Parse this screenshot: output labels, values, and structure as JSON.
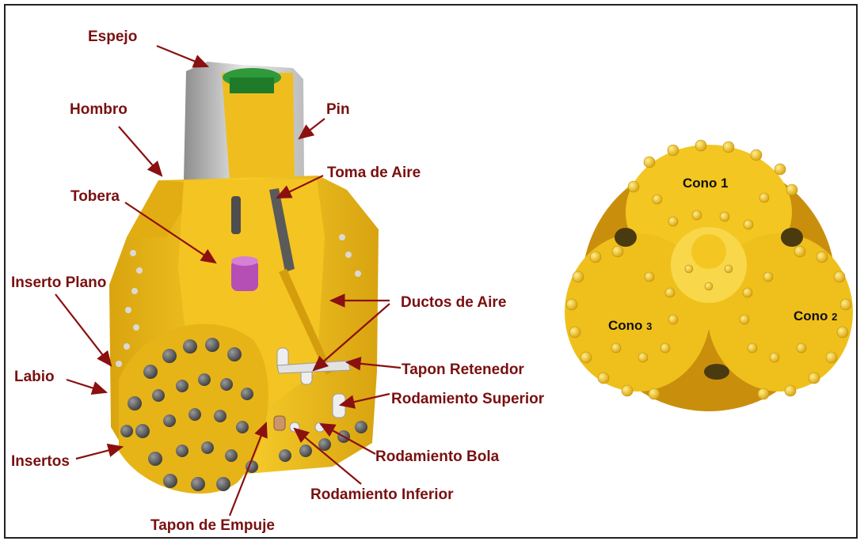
{
  "labels": {
    "espejo": "Espejo",
    "hombro": "Hombro",
    "pin": "Pin",
    "toma_de_aire": "Toma de Aire",
    "tobera": "Tobera",
    "inserto_plano": "Inserto Plano",
    "ductos_de_aire": "Ductos de Aire",
    "labio": "Labio",
    "tapon_retenedor": "Tapon Retenedor",
    "rodamiento_superior": "Rodamiento Superior",
    "insertos": "Insertos",
    "rodamiento_bola": "Rodamiento Bola",
    "rodamiento_inferior": "Rodamiento Inferior",
    "tapon_de_empuje": "Tapon de Empuje"
  },
  "cones": {
    "cono1": "Cono 1",
    "cono2_text": "Cono",
    "cono2_num": "2",
    "cono3_text": "Cono",
    "cono3_num": "3"
  },
  "colors": {
    "label": "#7a1010",
    "arrow": "#8b1010",
    "bit_yellow": "#f2c21b",
    "bit_shadow": "#c9960c",
    "steel": "#555555",
    "green": "#2e9a3a",
    "nozzle": "#b54fb5"
  }
}
